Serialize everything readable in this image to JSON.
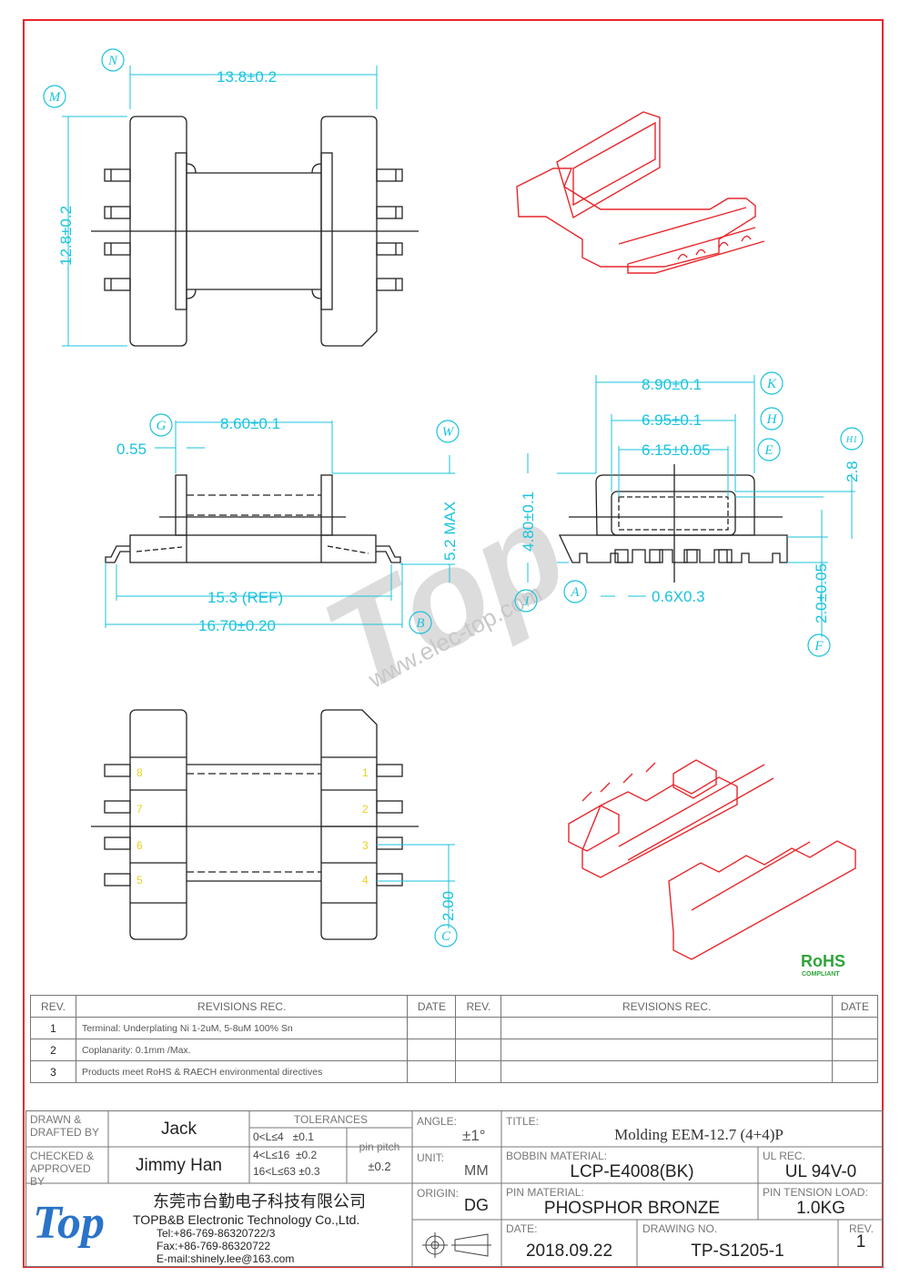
{
  "dimensions": {
    "d_13_8": "13.8±0.2",
    "d_12_8": "12.8±0.2",
    "d_8_60": "8.60±0.1",
    "d_0_55": "0.55",
    "d_5_2": "5.2 MAX",
    "d_15_3": "15.3 (REF)",
    "d_16_70": "16.70±0.20",
    "d_8_90": "8.90±0.1",
    "d_6_95": "6.95±0.1",
    "d_6_15": "6.15±0.05",
    "d_4_80": "4.80±0.1",
    "d_2_8": "2.8",
    "d_2_0": "2.0±0.05",
    "d_0_6": "0.6X0.3",
    "d_2_00": "2.00"
  },
  "callouts": {
    "N": "N",
    "M": "M",
    "G": "G",
    "W": "W",
    "B": "B",
    "K": "K",
    "H": "H",
    "E": "E",
    "H1": "H1",
    "J": "J",
    "A": "A",
    "F": "F",
    "C": "C"
  },
  "pins_left": [
    "8",
    "7",
    "6",
    "5"
  ],
  "pins_right": [
    "1",
    "2",
    "3",
    "4"
  ],
  "rohs": {
    "mark": "RoHS",
    "sub": "COMPLIANT"
  },
  "watermark": {
    "url": "www.elec-top.com"
  },
  "revisions": {
    "headers": [
      "REV.",
      "REVISIONS REC.",
      "DATE",
      "REV.",
      "REVISIONS REC.",
      "DATE"
    ],
    "rows": [
      {
        "rev": "1",
        "text": "Terminal: Underplating Ni 1-2uM, 5-8uM 100% Sn"
      },
      {
        "rev": "2",
        "text": "Coplanarity: 0.1mm /Max."
      },
      {
        "rev": "3",
        "text": "Products meet RoHS & RAECH environmental directives"
      }
    ]
  },
  "title_block": {
    "drawn_label": "DRAWN & DRAFTED BY",
    "drawn_by": "Jack",
    "checked_label": "CHECKED & APPROVED BY",
    "approved_by": "Jimmy Han",
    "tolerances_label": "TOLERANCES",
    "tol_1": "0<L≤4   ±0.1",
    "tol_2": "4<L≤16  ±0.2",
    "tol_3": "16<L≤63 ±0.3",
    "pin_pitch_label": "pin pitch",
    "pin_pitch": "±0.2",
    "angle_label": "ANGLE:",
    "angle": "±1°",
    "unit_label": "UNIT:",
    "unit": "MM",
    "origin_label": "ORIGIN:",
    "origin": "DG",
    "title_label": "TITLE:",
    "title": "Molding EEM-12.7 (4+4)P",
    "bobbin_label": "BOBBIN MATERIAL:",
    "bobbin": "LCP-E4008(BK)",
    "ul_label": "UL REC.",
    "ul": "UL 94V-0",
    "pin_mat_label": "PIN MATERIAL:",
    "pin_mat": "PHOSPHOR BRONZE",
    "tension_label": "PIN TENSION LOAD:",
    "tension": "1.0KG",
    "date_label": "DATE:",
    "date": "2018.09.22",
    "drawing_label": "DRAWING NO.",
    "drawing_no": "TP-S1205-1",
    "rev_label": "REV.",
    "rev": "1",
    "company_cn": "东莞市台勤电子科技有限公司",
    "company_en": "TOPB&B Electronic Technology Co.,Ltd.",
    "tel": "Tel:+86-769-86320722/3",
    "fax": "Fax:+86-769-86320722",
    "email": "E-mail:shinely.lee@163.com"
  }
}
